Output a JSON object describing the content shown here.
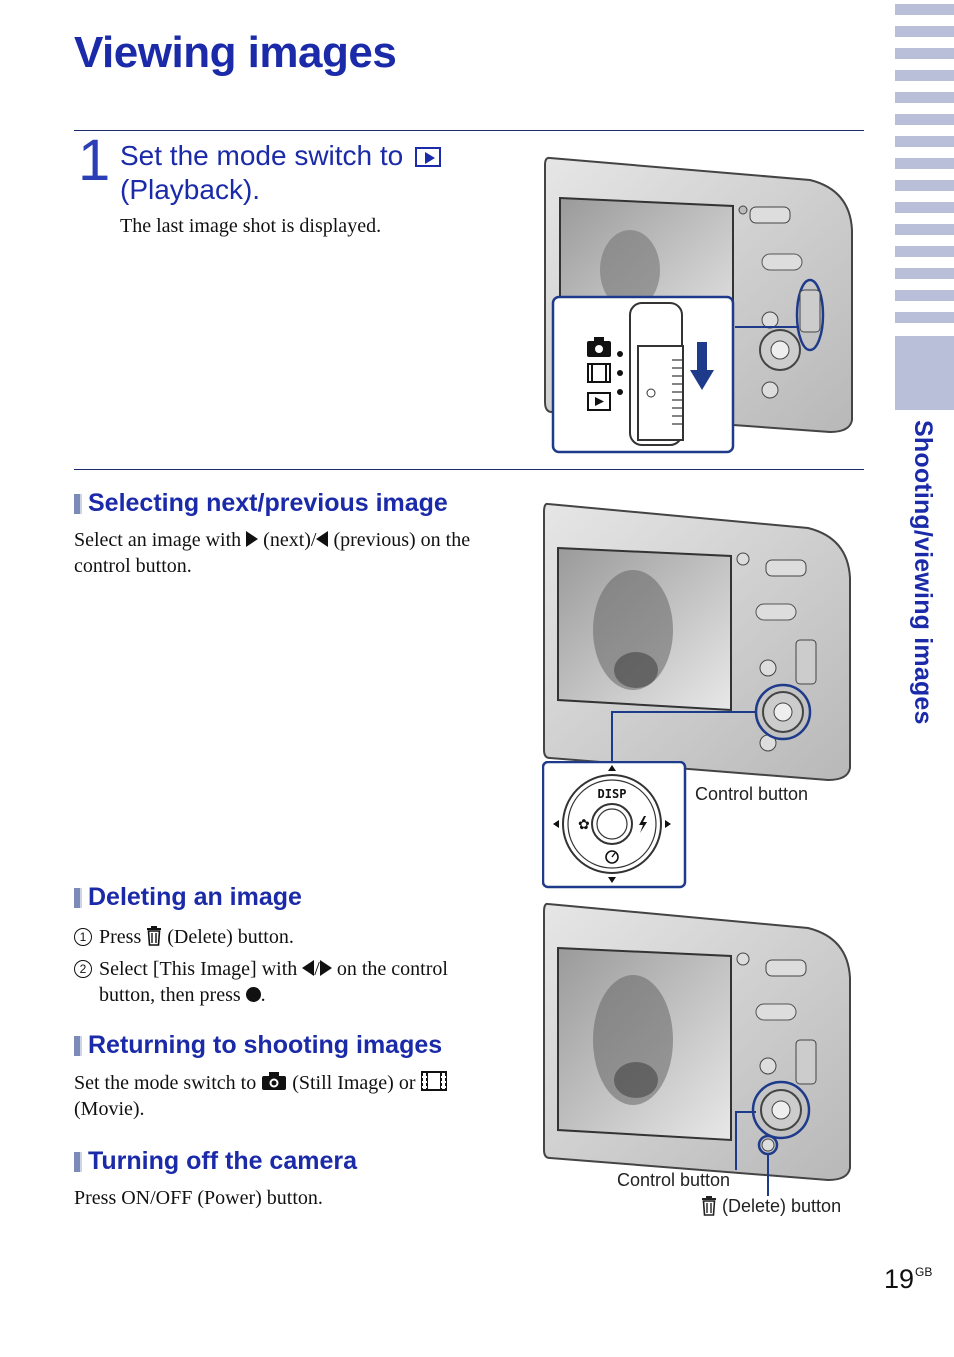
{
  "page": {
    "title": "Viewing images",
    "number": "19",
    "number_suffix": "GB",
    "side_tab_label": "Shooting/viewing images"
  },
  "step1": {
    "number": "1",
    "title_before_icon": "Set the mode switch to",
    "title_after_icon": "(Playback).",
    "icon": "playback-icon",
    "body": "The last image shot is displayed."
  },
  "select_next_prev": {
    "heading": "Selecting next/previous image",
    "text_1": "Select an image with",
    "text_2": "(next)/",
    "text_3": "(previous) on the control button.",
    "figure_label": "Control button",
    "dial_disp": "DISP"
  },
  "deleting": {
    "heading": "Deleting an image",
    "item1_num": "1",
    "item1_a": "Press",
    "item1_b": "(Delete) button.",
    "item2_num": "2",
    "item2_a": "Select [This Image] with",
    "item2_b": "/",
    "item2_c": "on the control button, then press",
    "item2_d": "."
  },
  "returning": {
    "heading": "Returning to shooting images",
    "text_1": "Set the mode switch to",
    "text_2": "(Still Image) or",
    "text_3": "(Movie)."
  },
  "turning_off": {
    "heading": "Turning off the camera",
    "text": "Press ON/OFF (Power) button."
  },
  "figure3": {
    "label_control": "Control button",
    "label_delete": "(Delete) button"
  },
  "colors": {
    "heading_blue": "#1a2aa8",
    "callout_blue": "#1e3a8a",
    "side_tab": "#b9bfd8"
  }
}
